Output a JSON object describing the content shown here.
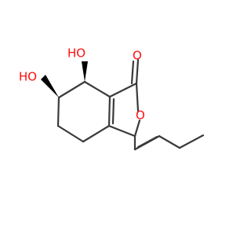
{
  "molecule": {
    "atoms": {
      "ho_upper": {
        "text": "HO",
        "element": "O"
      },
      "ho_left": {
        "text": "HO",
        "element": "O"
      },
      "carbonyl_o": {
        "text": "O",
        "element": "O"
      },
      "ring_o": {
        "text": "O",
        "element": "O"
      }
    }
  },
  "colors": {
    "oxygen": "#ff0d0d",
    "bond": "#3a3a3a",
    "wedge": "#000000",
    "background": "#ffffff"
  }
}
